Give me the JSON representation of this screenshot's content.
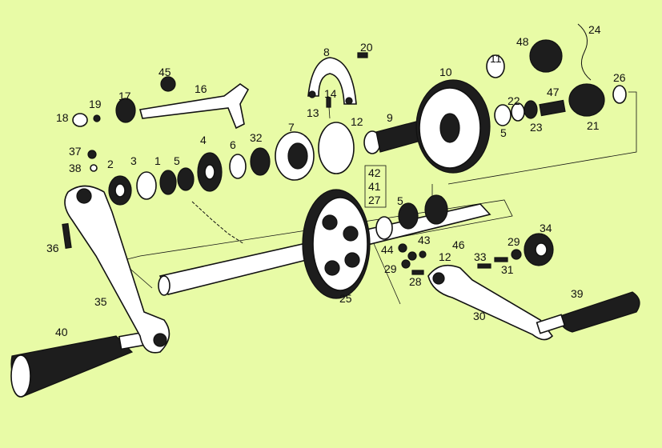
{
  "background_color": "#e8fba6",
  "ink_color": "#111111",
  "labels": {
    "n1": "1",
    "n2": "2",
    "n3": "3",
    "n4": "4",
    "n5a": "5",
    "n5b": "5",
    "n5c": "5",
    "n6": "6",
    "n7": "7",
    "n8": "8",
    "n9": "9",
    "n10": "10",
    "n11": "11",
    "n12a": "12",
    "n12b": "12",
    "n13": "13",
    "n14": "14",
    "n16": "16",
    "n17": "17",
    "n18": "18",
    "n19": "19",
    "n20": "20",
    "n21": "21",
    "n22": "22",
    "n23": "23",
    "n24": "24",
    "n25": "25",
    "n26": "26",
    "n27": "27",
    "n28": "28",
    "n29a": "29",
    "n29b": "29",
    "n30": "30",
    "n31": "31",
    "n32": "32",
    "n33": "33",
    "n34": "34",
    "n35": "35",
    "n36": "36",
    "n37": "37",
    "n38": "38",
    "n39": "39",
    "n40": "40",
    "n41": "41",
    "n42": "42",
    "n43": "43",
    "n44": "44",
    "n45": "45",
    "n46": "46",
    "n47": "47",
    "n48": "48"
  }
}
